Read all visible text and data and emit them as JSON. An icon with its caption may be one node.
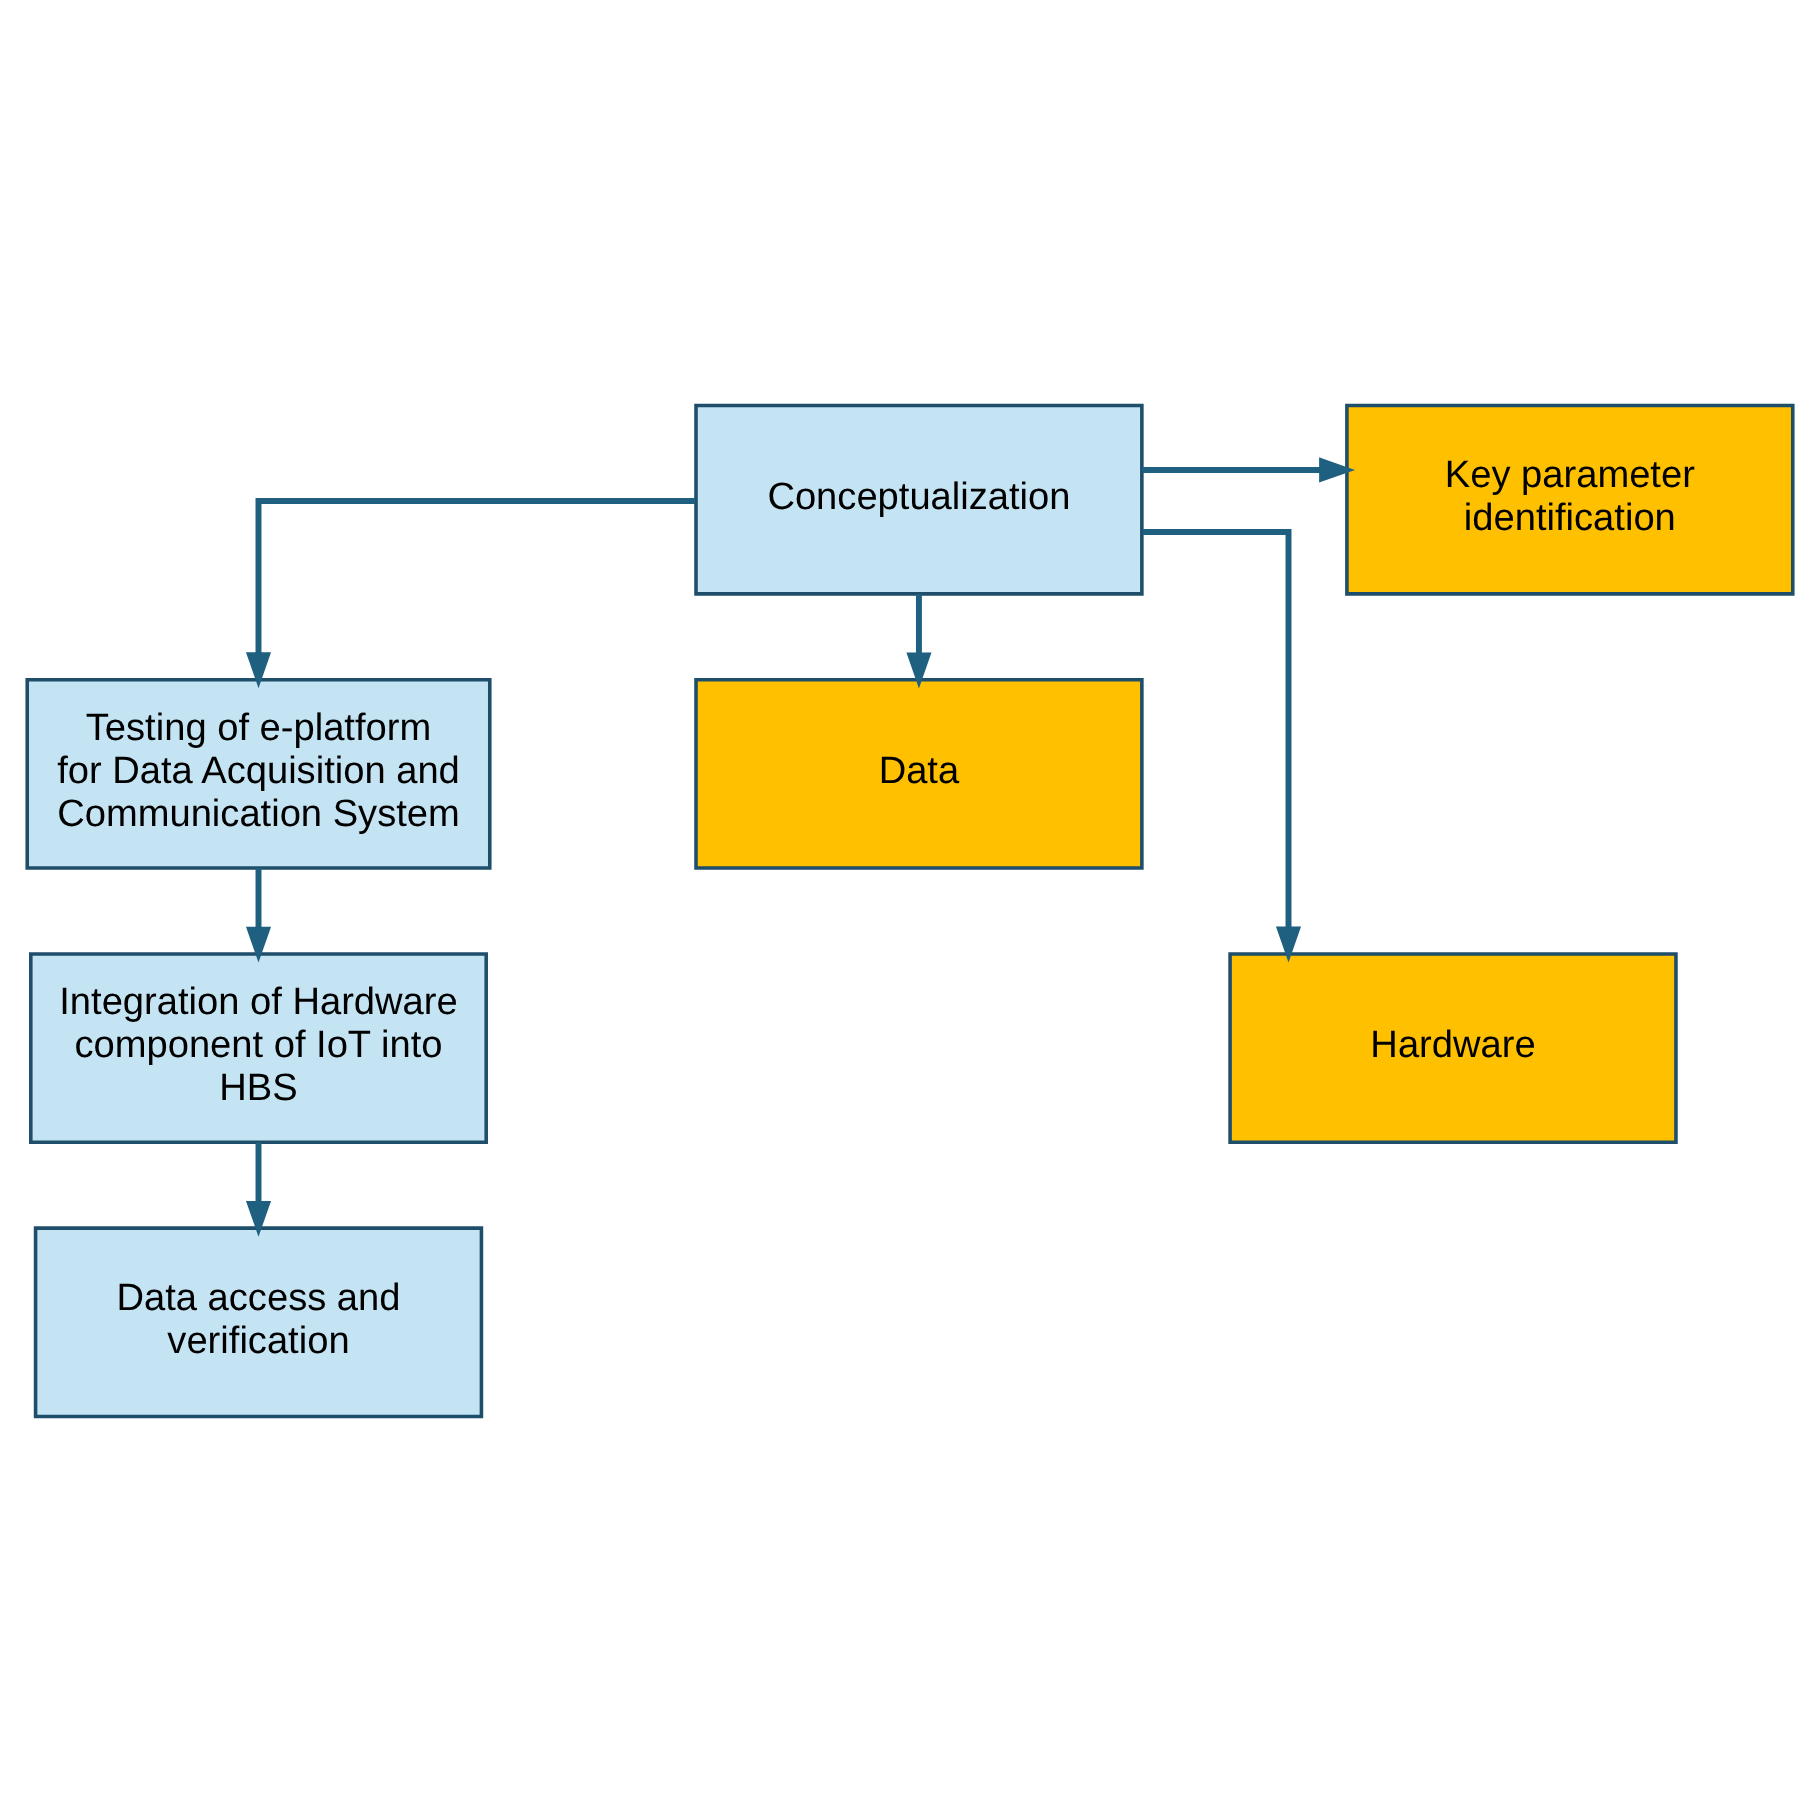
{
  "diagram": {
    "nodes": [
      {
        "text": [
          "Conceptualization"
        ]
      },
      {
        "text": [
          "Testing of e-platform for Data Acquisition and Communication System"
        ]
      },
      {
        "text": [
          "Integration of Hardware component of IoT into HBS"
        ]
      },
      {
        "text": [
          "Data access and verification"
        ]
      },
      {
        "text": [
          "Key parameter identification"
        ]
      },
      {
        "text": [
          "Data"
        ]
      },
      {
        "text": [
          "Hardware"
        ]
      }
    ],
    "edges": [
      {
        "from": 0,
        "to": 1,
        "arrow": "to"
      },
      {
        "from": 1,
        "to": 2,
        "arrow": "to"
      },
      {
        "from": 2,
        "to": 3,
        "arrow": "to"
      },
      {
        "from": 0,
        "to": 4,
        "arrow": "to"
      },
      {
        "from": 0,
        "to": 5,
        "arrow": "to"
      },
      {
        "from": 0,
        "to": 6,
        "arrow": "to"
      }
    ]
  }
}
